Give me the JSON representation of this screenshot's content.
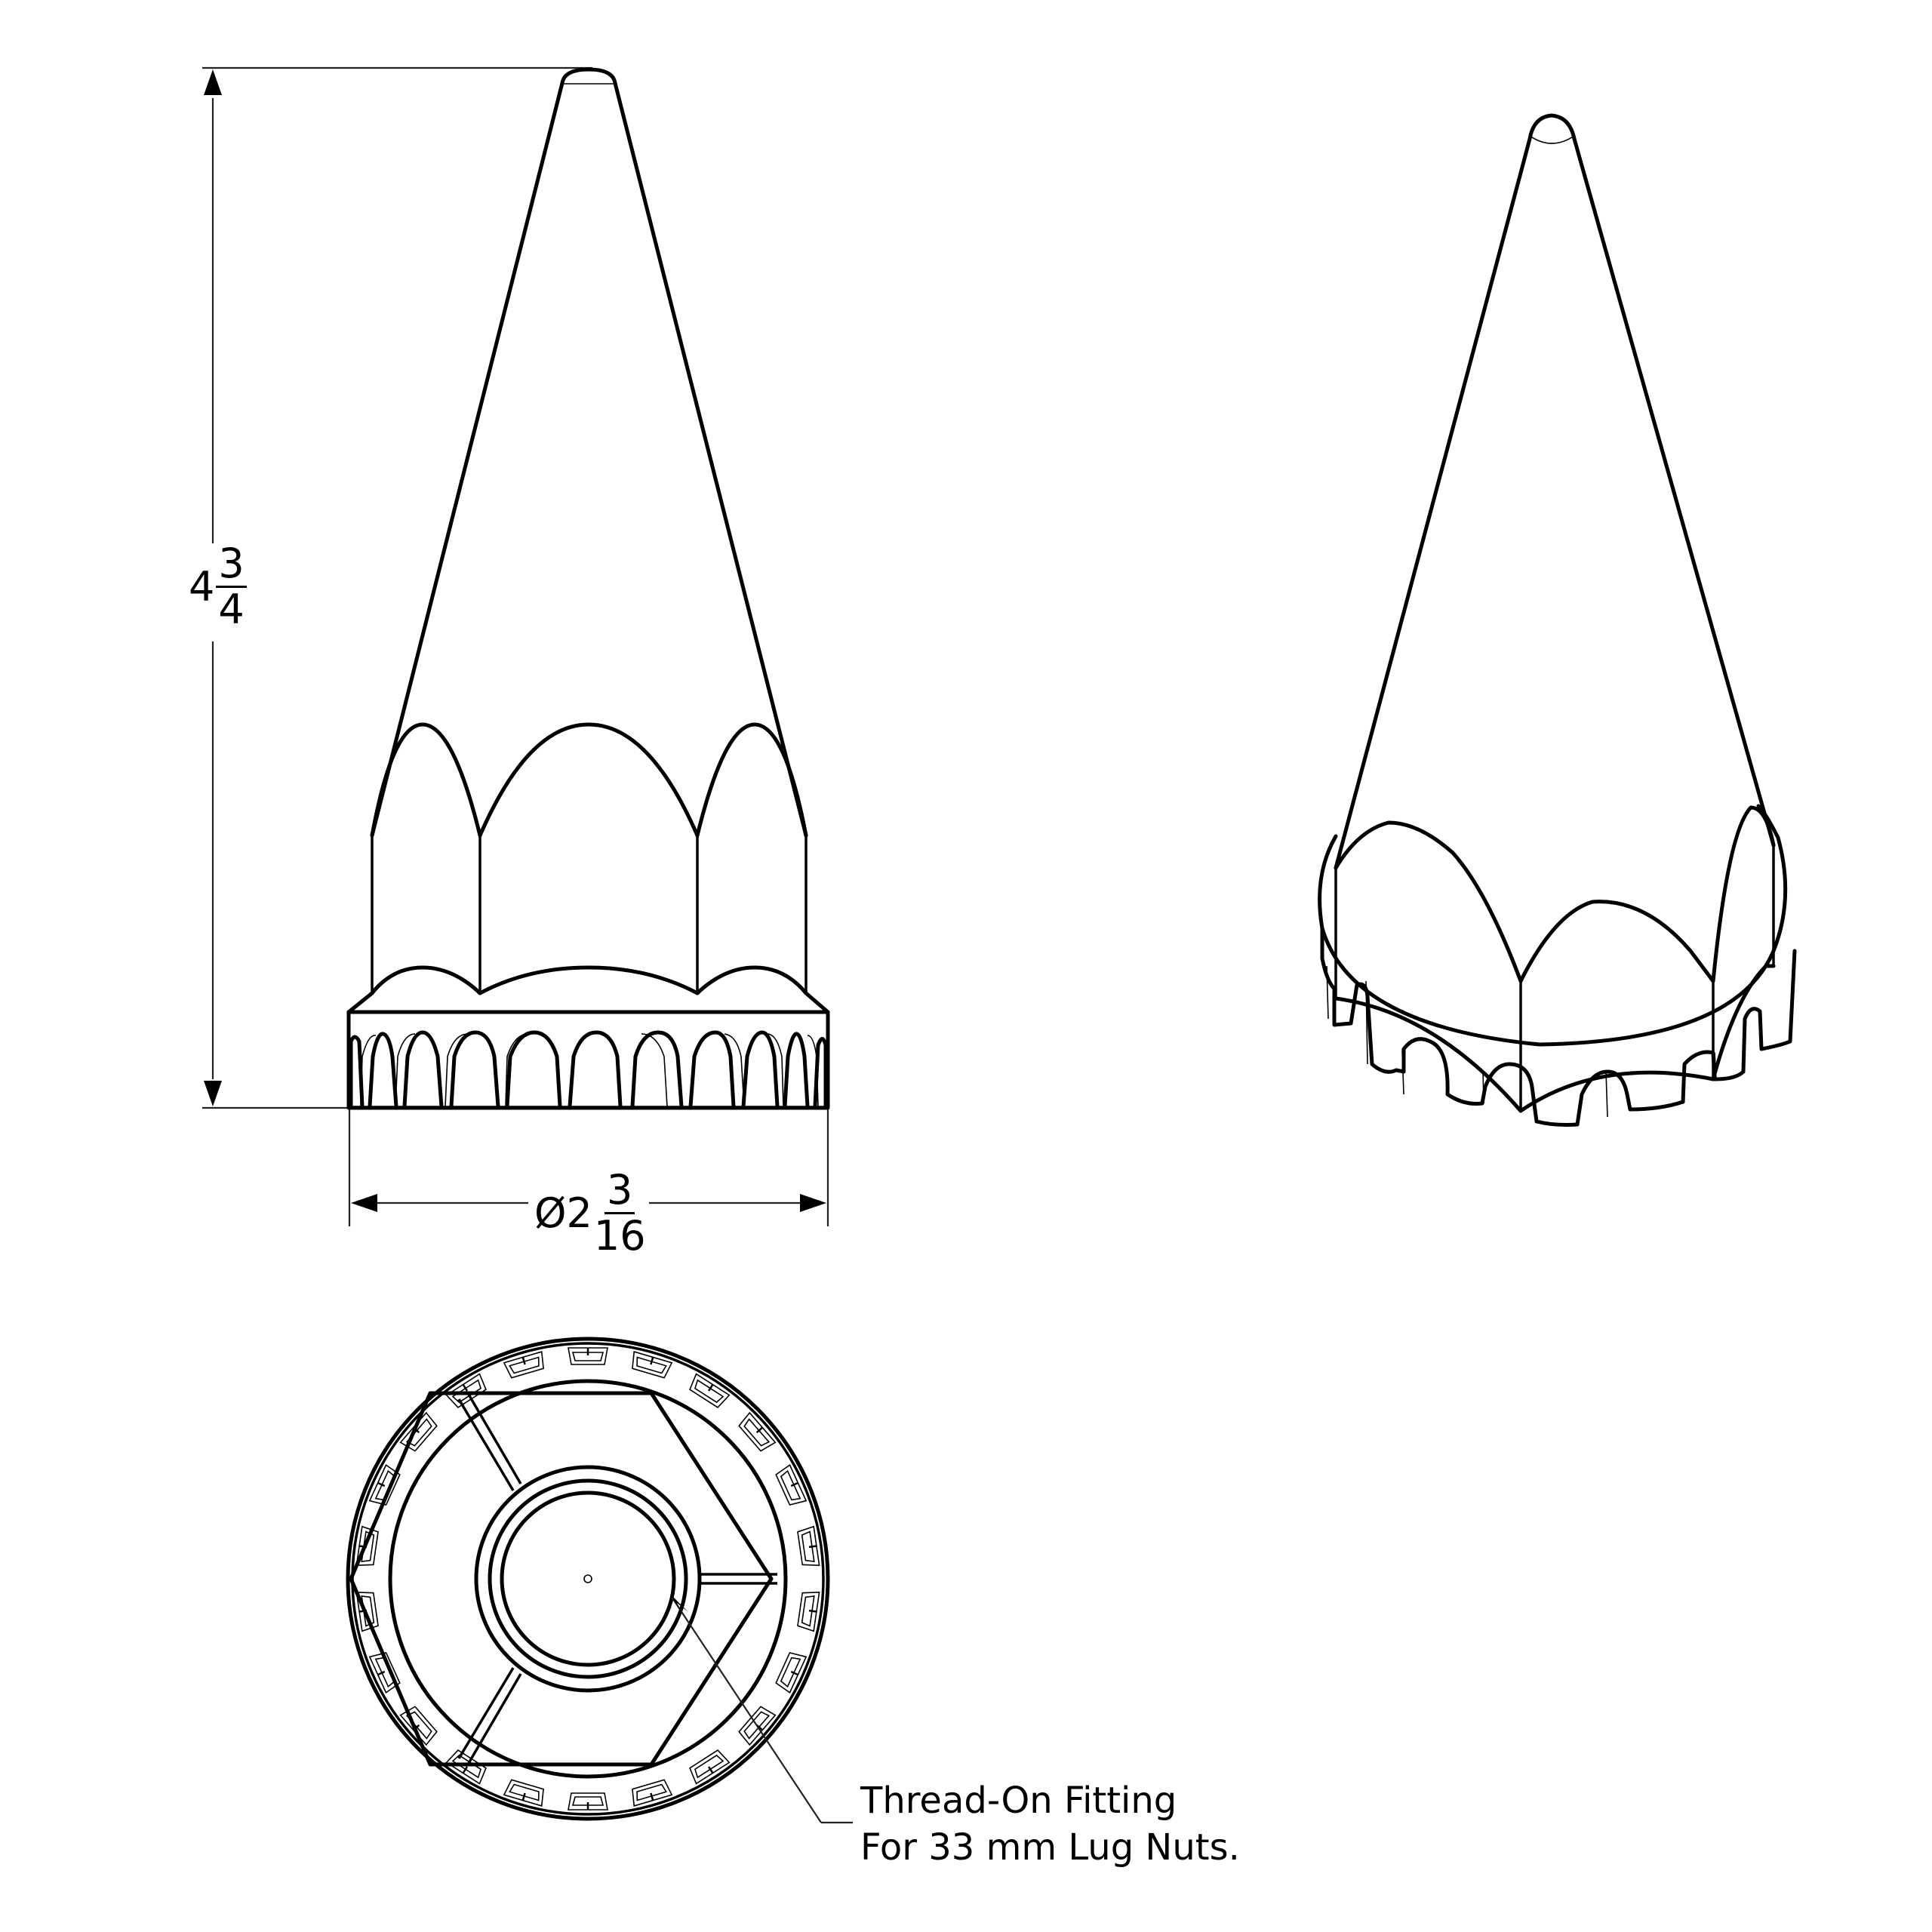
{
  "drawing": {
    "title": "Spike Lug Nut Cover - Technical Drawing",
    "views": [
      "front-elevation",
      "isometric",
      "bottom-view"
    ],
    "units": "inches"
  },
  "dimensions": {
    "height": {
      "whole": "4",
      "numerator": "3",
      "denominator": "4",
      "text": "4 3/4"
    },
    "diameter": {
      "symbol": "Ø",
      "whole": "2",
      "numerator": "3",
      "denominator": "16",
      "text": "Ø2 3/16"
    }
  },
  "callout": {
    "line1": "Thread-On Fitting",
    "line2": "For 33 mm Lug Nuts."
  },
  "colors": {
    "line": "#000000",
    "background": "#ffffff"
  }
}
